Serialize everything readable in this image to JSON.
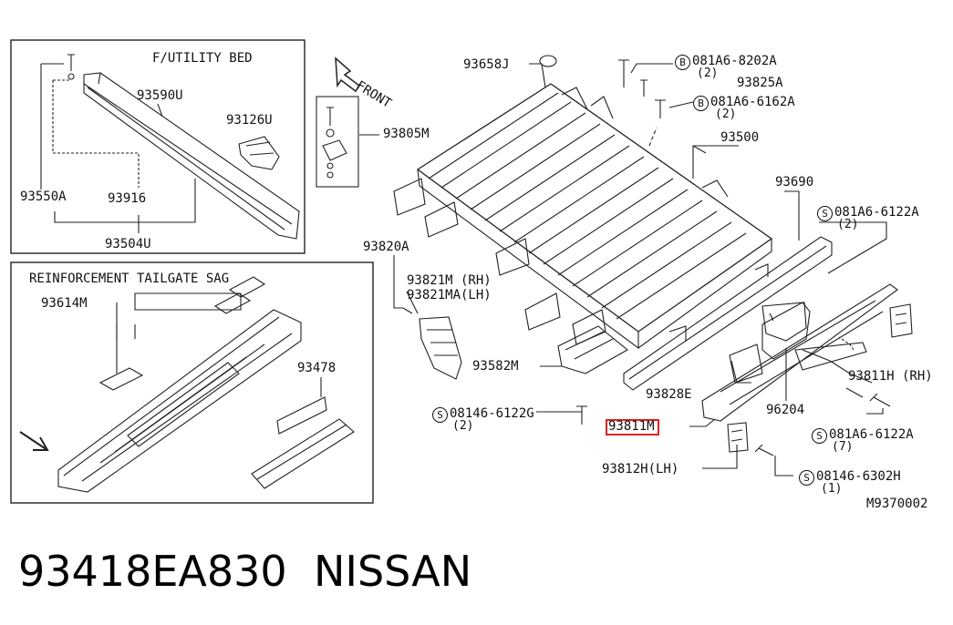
{
  "insets": {
    "utility_bed": {
      "title": "F/UTILITY BED",
      "parts": [
        "93590U",
        "93126U",
        "93550A",
        "93916",
        "93504U"
      ]
    },
    "tailgate": {
      "title": "REINFORCEMENT TAILGATE SAG",
      "parts": [
        "93614M",
        "93478"
      ]
    }
  },
  "front_label": "FRONT",
  "parts": {
    "p93658J": "93658J",
    "p93805M": "93805M",
    "p93825A": "93825A",
    "p93500": "93500",
    "p93690": "93690",
    "p93820A": "93820A",
    "p93821M": "93821M (RH)",
    "p93821MA": "93821MA(LH)",
    "p93582M": "93582M",
    "p93828E": "93828E",
    "p96204": "96204",
    "p93811H": "93811H (RH)",
    "p93811M": "93811M",
    "p93812H": "93812H(LH)",
    "diagram_code": "M9370002"
  },
  "fasteners": {
    "f1": {
      "symbol": "B",
      "code": "081A6-8202A",
      "qty": "(2)"
    },
    "f2": {
      "symbol": "B",
      "code": "081A6-6162A",
      "qty": "(2)"
    },
    "f3": {
      "symbol": "S",
      "code": "081A6-6122A",
      "qty": "(2)"
    },
    "f4": {
      "symbol": "S",
      "code": "08146-6122G",
      "qty": "(2)"
    },
    "f5": {
      "symbol": "S",
      "code": "081A6-6122A",
      "qty": "(7)"
    },
    "f6": {
      "symbol": "S",
      "code": "08146-6302H",
      "qty": "(1)"
    }
  },
  "caption": {
    "part_number": "93418EA830",
    "brand": "NISSAN"
  },
  "colors": {
    "highlight": "#e0201e",
    "ink": "#111111"
  }
}
